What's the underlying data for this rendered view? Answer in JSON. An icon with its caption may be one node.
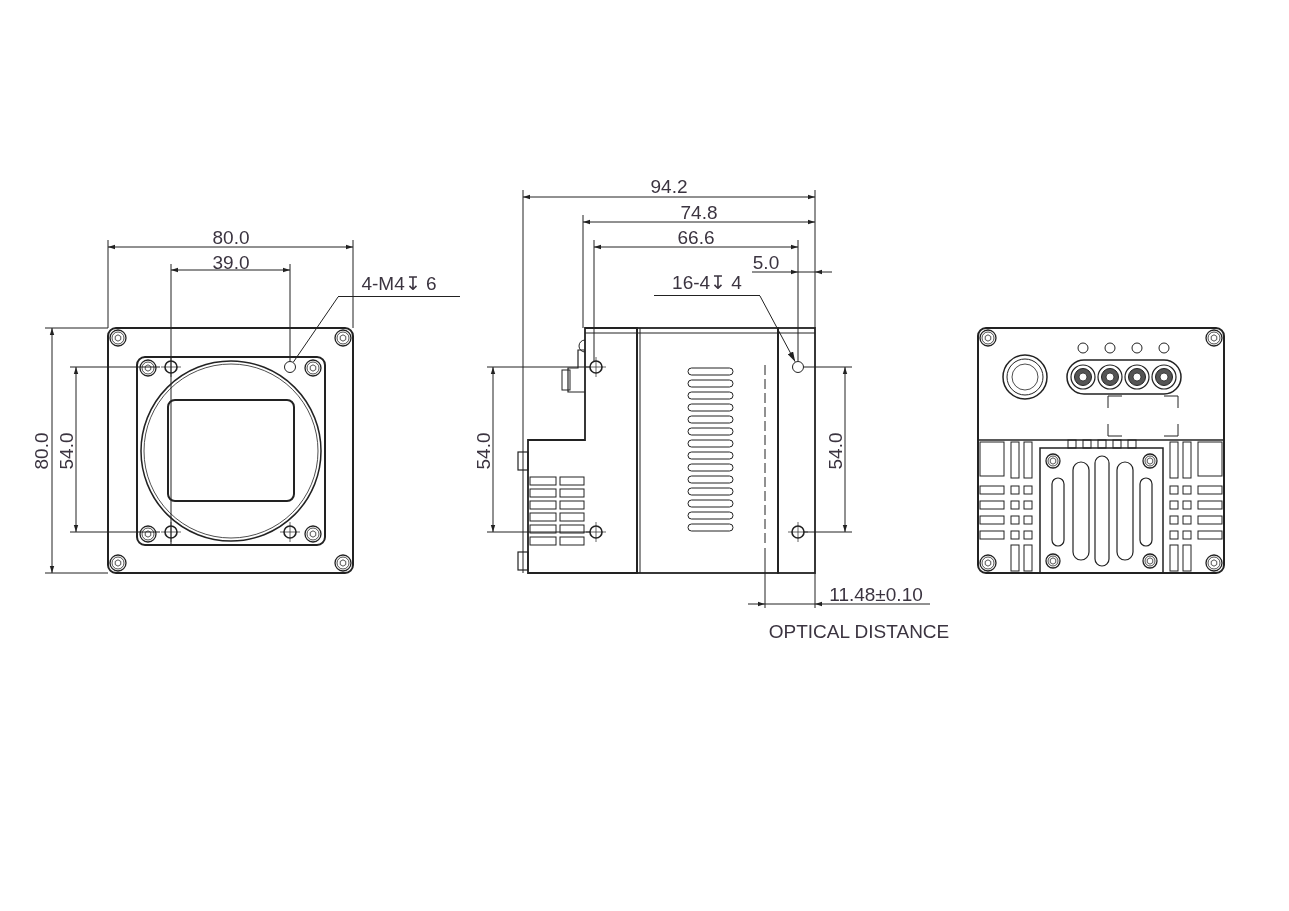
{
  "diagram": {
    "nodes": [
      {
        "text": [
          "4-M4↧ 6"
        ]
      },
      {
        "text": [],
        "shape": "circle"
      },
      {
        "text": [
          "16-4↧ 4"
        ]
      },
      {
        "text": [],
        "shape": "circle"
      }
    ],
    "edges": [
      {
        "from": 0,
        "to": 1,
        "arrow": "none"
      },
      {
        "from": 2,
        "to": 3,
        "arrow": "to"
      }
    ],
    "labels": [
      "80.0",
      "39.0",
      "80.0",
      "54.0",
      "94.2",
      "74.8",
      "66.6",
      "5.0",
      "54.0",
      "54.0",
      "11.48±0.10",
      "OPTICAL DISTANCE"
    ]
  }
}
